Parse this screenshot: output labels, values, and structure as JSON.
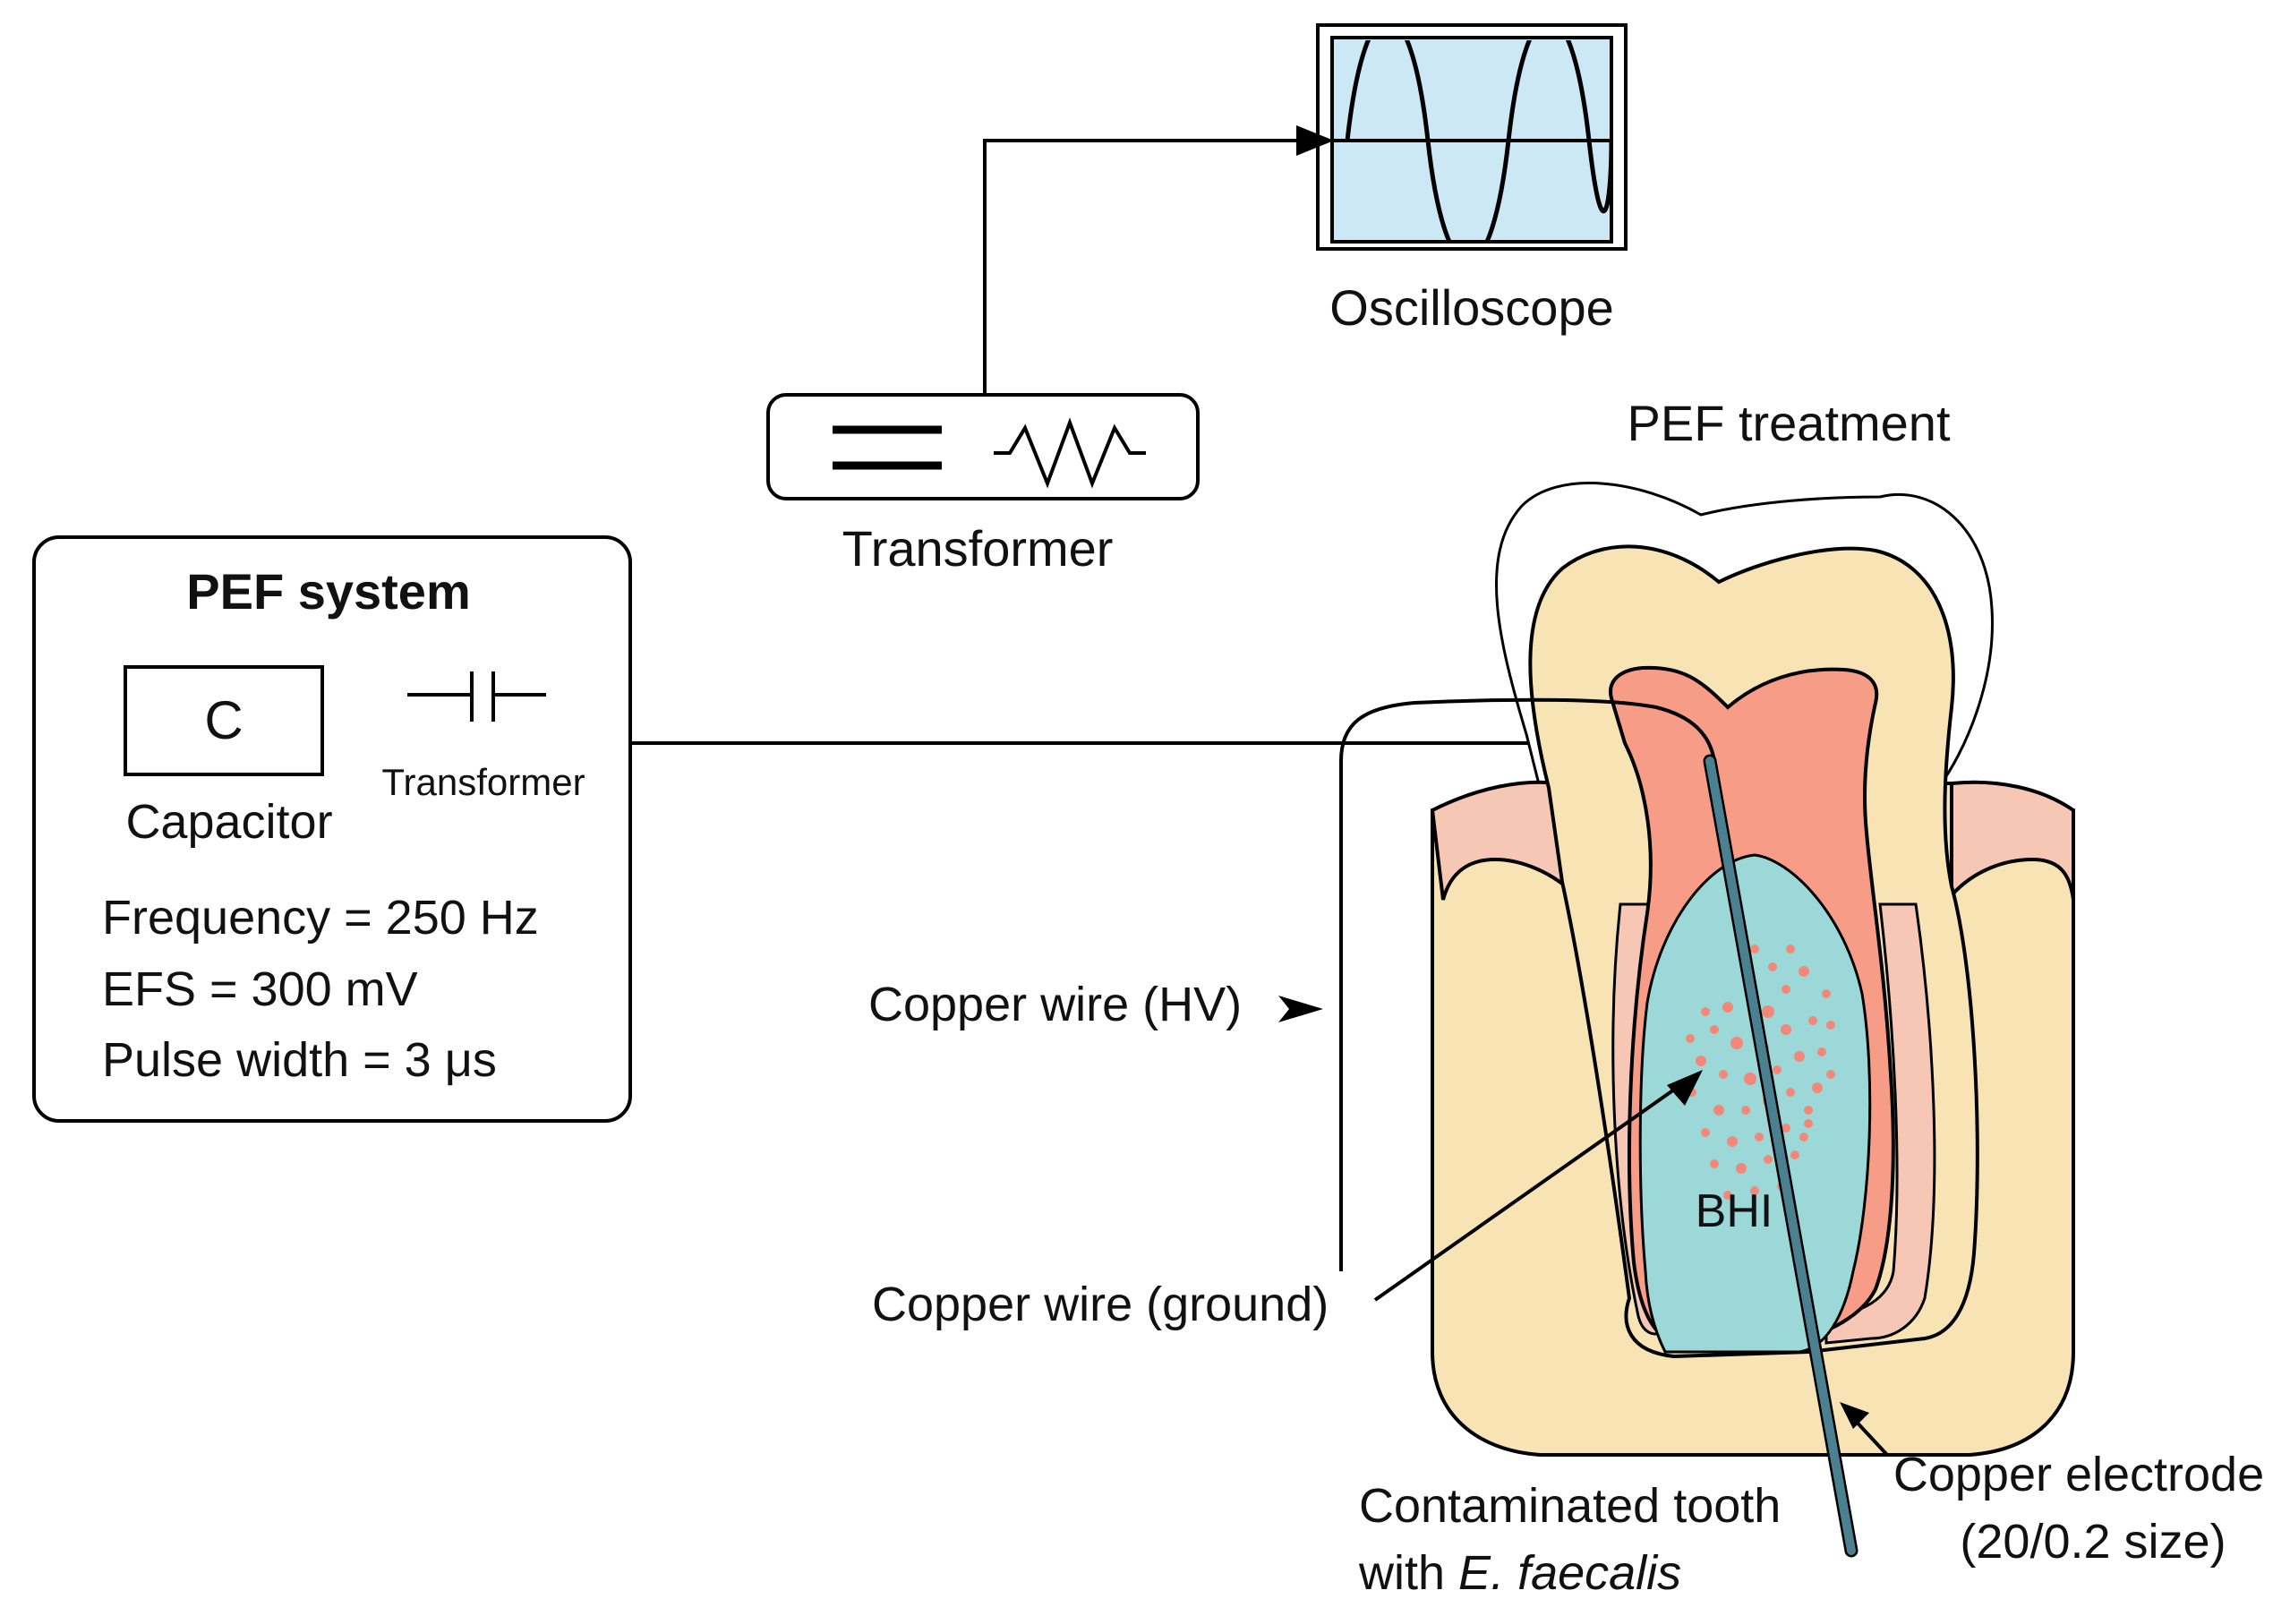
{
  "oscilloscope": {
    "label": "Oscilloscope"
  },
  "transformer": {
    "label": "Transformer"
  },
  "pef_treatment": {
    "label": "PEF treatment"
  },
  "pef_system": {
    "title": "PEF system",
    "capacitor_symbol": "C",
    "capacitor_label": "Capacitor",
    "transformer_label": "Transformer",
    "params": [
      "Frequency = 250 Hz",
      "EFS = 300 mV",
      "Pulse width = 3 μs"
    ]
  },
  "labels": {
    "copper_wire_hv": "Copper wire (HV)",
    "copper_wire_ground": "Copper wire (ground)",
    "bhi": "BHI",
    "copper_electrode_line1": "Copper electrode",
    "copper_electrode_line2": "(20/0.2 size)",
    "tooth_line1": "Contaminated tooth",
    "tooth_line2_prefix": "with ",
    "tooth_line2_species": "E. faecalis"
  },
  "colors": {
    "screen": "#cde8f5",
    "enamel": "#f8e3b5",
    "pulp": "#f79c86",
    "gum": "#f6c7b5",
    "bhi_medium": "#9dd8d8",
    "bacteria": "#f3887a",
    "electrode": "#4a8090"
  }
}
